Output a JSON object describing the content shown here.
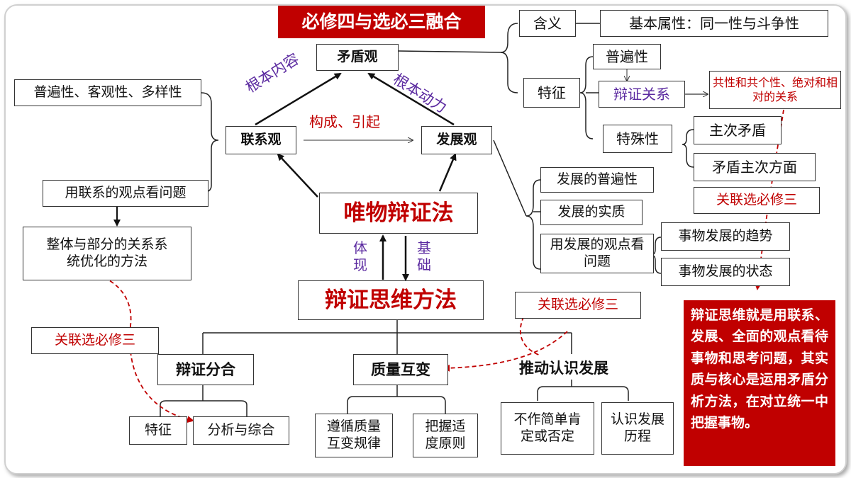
{
  "title": "必修四与选必三融合",
  "nodes": {
    "maodunguan": "矛盾观",
    "lianxiguan": "联系观",
    "fazhanguan": "发展观",
    "weiwu": "唯物辩证法",
    "bianzheng_siwei": "辩证思维方法",
    "hanyi": "含义",
    "jiben_shuxing": "基本属性：同一性与斗争性",
    "tezheng": "特征",
    "pubianxing": "普遍性",
    "bianzheng_guanxi": "辩证关系",
    "gongxing": "共性和共个性、绝对和相对的关系",
    "teshuxing": "特殊性",
    "zhuci_maodun": "主次矛盾",
    "maodun_zhuci_fangmian": "矛盾主次方面",
    "guanlian_1": "关联选必修三",
    "fazhan_pubian": "发展的普遍性",
    "fazhan_shizhi": "发展的实质",
    "yong_fazhan": "用发展的观点看问题",
    "qushi": "事物发展的趋势",
    "zhuangtai": "事物发展的状态",
    "pubian_list": "普遍性、客观性、多样性",
    "yong_lianxi": "用联系的观点看问题",
    "zhengti": "整体与部分的关系系统优化的方法",
    "guanlian_2": "关联选必修三",
    "guanlian_3": "关联选必修三",
    "bianzheng_fenhe": "辩证分合",
    "zhiliang": "质量互变",
    "tuidong": "推动认识发展",
    "fenhe_tezheng": "特征",
    "fenxi": "分析与综合",
    "zunxun": "遵循质量互变规律",
    "bawo": "把握适度原则",
    "buzuo": "不作简单肯定或否定",
    "renshi": "认识发展历程"
  },
  "labels": {
    "genben_neirong": "根本内容",
    "genben_dongli": "根本动力",
    "goucheng": "构成、引起",
    "tixian": "体现",
    "jichu": "基础"
  },
  "summary": "辩证思维就是用联系、发展、全面的观点看待事物和思考问题，其实质与核心是运用矛盾分析方法，在对立统一中把握事物。",
  "colors": {
    "title_bg": "#c00000",
    "red_text": "#c00000",
    "purple": "#5b2aa0",
    "summary_bg": "#c00000"
  }
}
